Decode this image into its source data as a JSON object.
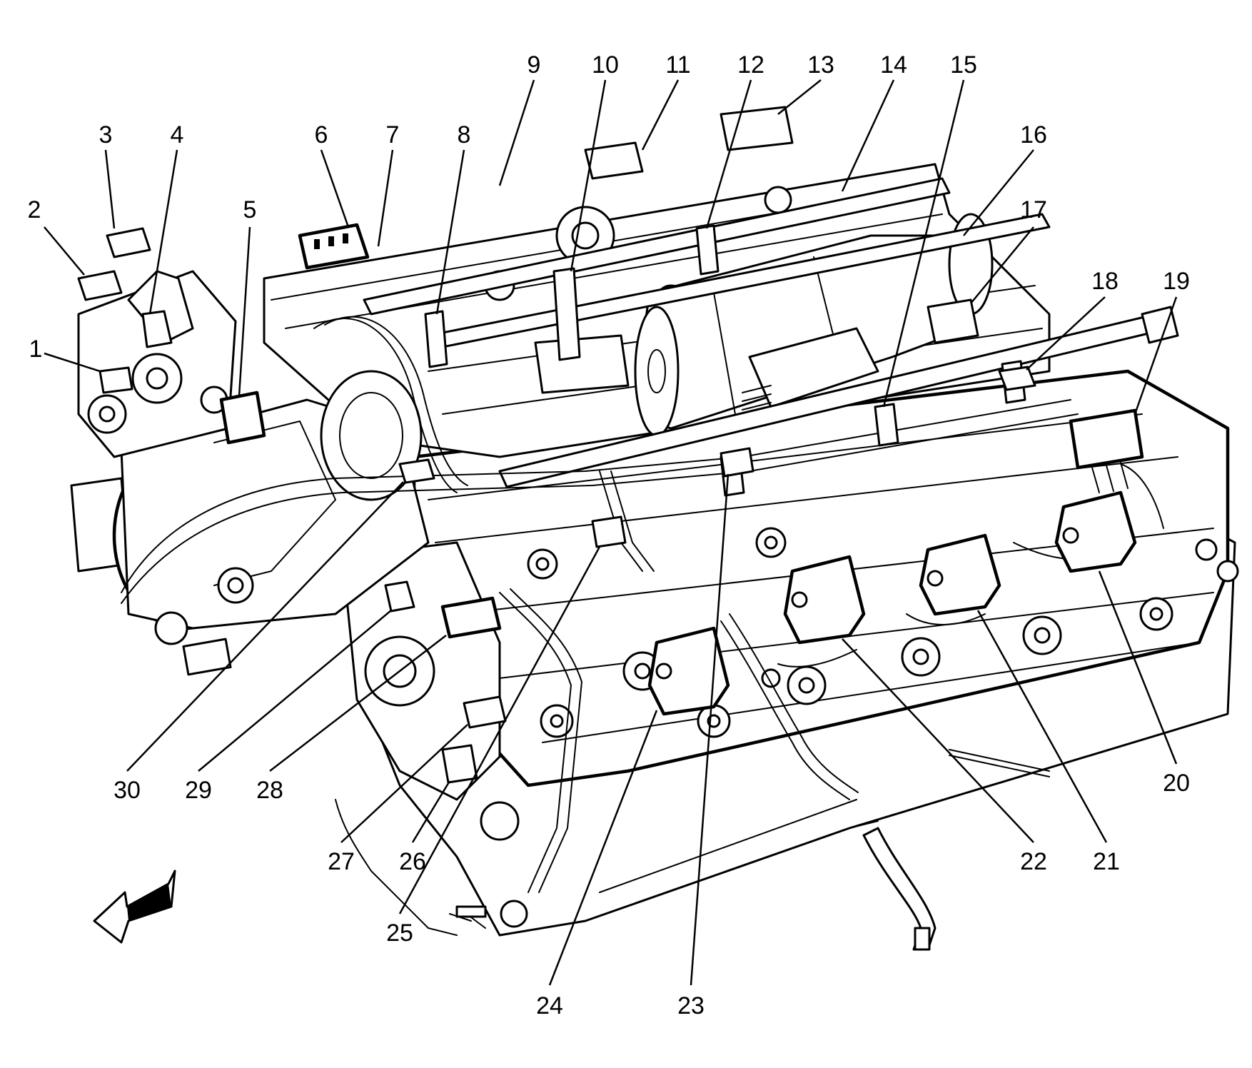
{
  "callouts": [
    {
      "number": "1"
    },
    {
      "number": "2"
    },
    {
      "number": "3"
    },
    {
      "number": "4"
    },
    {
      "number": "5"
    },
    {
      "number": "6"
    },
    {
      "number": "7"
    },
    {
      "number": "8"
    },
    {
      "number": "9"
    },
    {
      "number": "10"
    },
    {
      "number": "11"
    },
    {
      "number": "12"
    },
    {
      "number": "13"
    },
    {
      "number": "14"
    },
    {
      "number": "15"
    },
    {
      "number": "16"
    },
    {
      "number": "17"
    },
    {
      "number": "18"
    },
    {
      "number": "19"
    },
    {
      "number": "20"
    },
    {
      "number": "21"
    },
    {
      "number": "22"
    },
    {
      "number": "23"
    },
    {
      "number": "24"
    },
    {
      "number": "25"
    },
    {
      "number": "26"
    },
    {
      "number": "27"
    },
    {
      "number": "28"
    },
    {
      "number": "29"
    },
    {
      "number": "30"
    }
  ],
  "icons": {
    "direction": "front-direction-arrow-icon"
  },
  "colors": {
    "line": "#000000",
    "background": "#ffffff"
  }
}
